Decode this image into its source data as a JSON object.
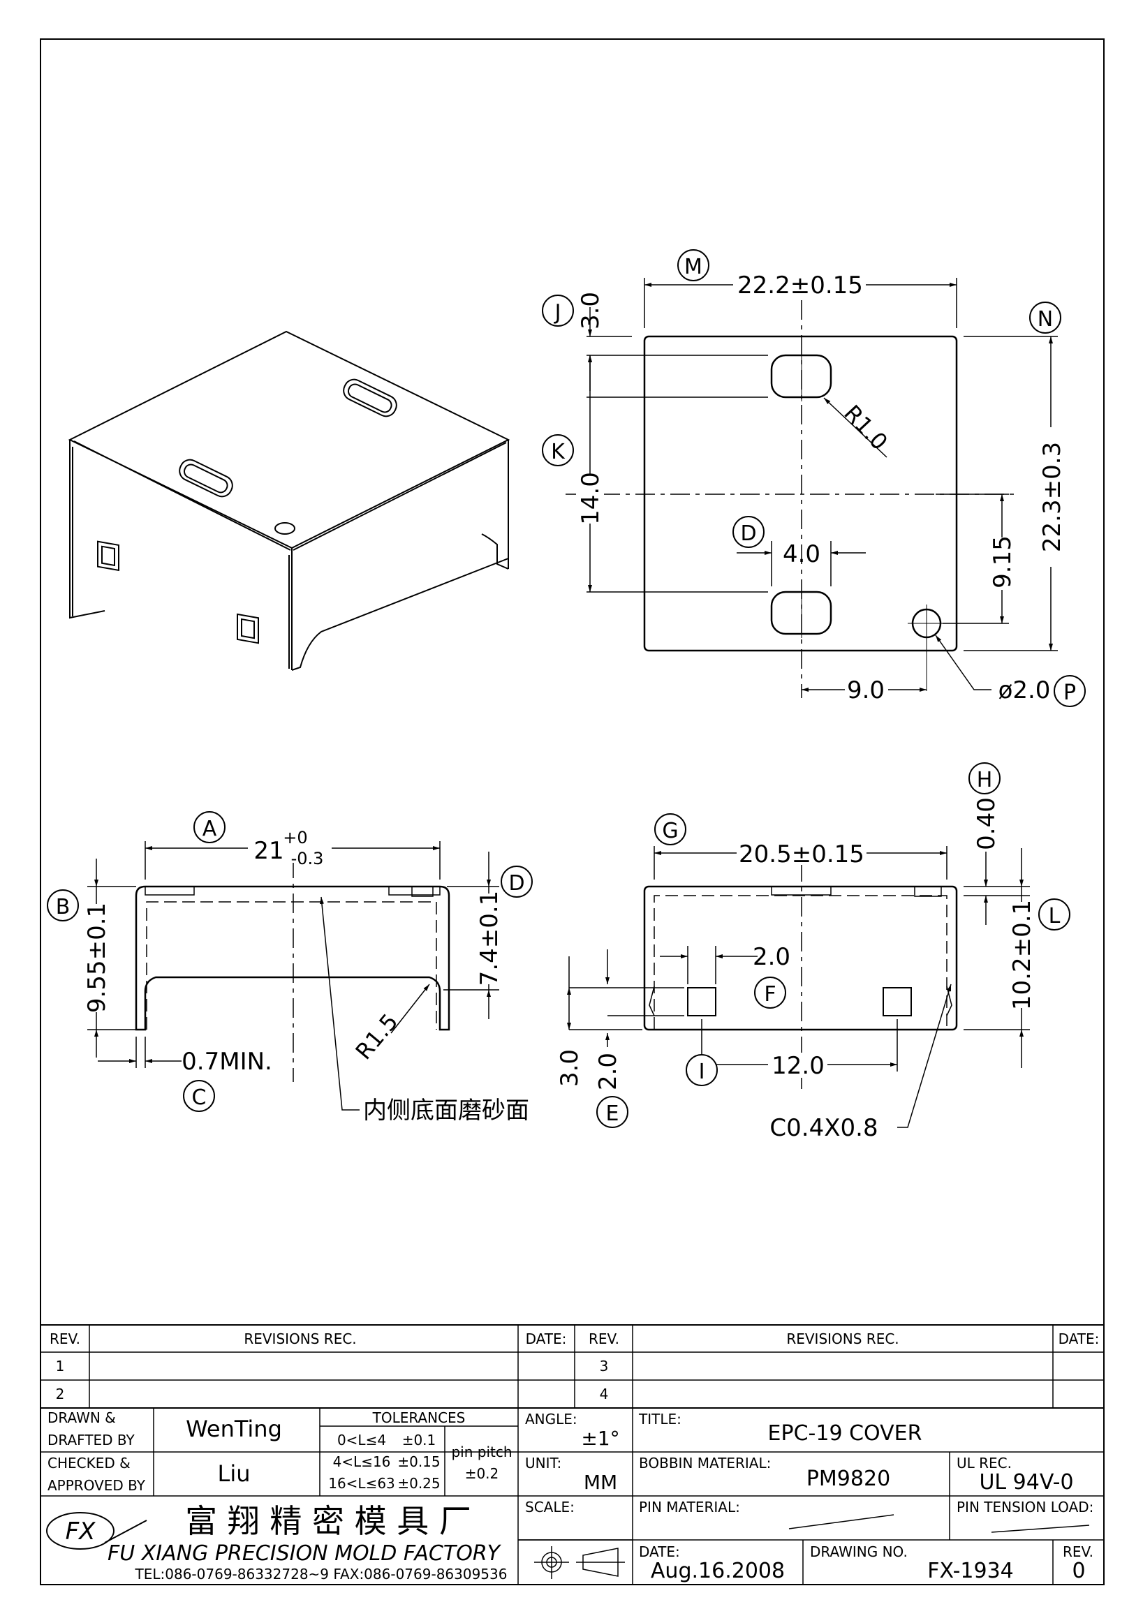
{
  "views": {
    "top": {
      "dims": {
        "width": "22.2±0.15",
        "height": "22.3±0.3",
        "slot_top": "3.0",
        "slot_pitch": "14.0",
        "slot_radius": "R1.0",
        "slot_width": "4.0",
        "hole_y": "9.15",
        "hole_x": "9.0",
        "hole_dia": "ø2.0"
      },
      "labels": {
        "M": "M",
        "J": "J",
        "K": "K",
        "D": "D",
        "N": "N",
        "P": "P"
      }
    },
    "front": {
      "dims": {
        "width_main": "21",
        "width_tol_upper": "+0",
        "width_tol_lower": "-0.3",
        "height": "9.55±0.1",
        "inner_height": "7.4±0.1",
        "radius": "R1.5",
        "wall_min": "0.7MIN."
      },
      "labels": {
        "A": "A",
        "B": "B",
        "C": "C",
        "D": "D"
      },
      "note": "内侧底面磨砂面"
    },
    "side": {
      "dims": {
        "width": "20.5±0.15",
        "top_thick": "0.40",
        "height": "10.2±0.1",
        "window": "2.0",
        "window_pitch": "12.0",
        "window_height": "2.0",
        "bottom": "3.0",
        "chamfer": "C0.4X0.8"
      },
      "labels": {
        "G": "G",
        "H": "H",
        "L": "L",
        "F": "F",
        "I": "I",
        "E": "E"
      }
    }
  },
  "title_block": {
    "rev_header": "REV.",
    "revisions_header": "REVISIONS   REC.",
    "date_header": "DATE:",
    "rev_rows_left": [
      "1",
      "2"
    ],
    "rev_rows_right": [
      "3",
      "4"
    ],
    "drawn_label_1": "DRAWN &",
    "drawn_label_2": "DRAFTED BY",
    "drawn_by": "WenTing",
    "checked_label_1": "CHECKED &",
    "checked_label_2": "APPROVED BY",
    "checked_by": "Liu",
    "tolerances_header": "TOLERANCES",
    "tolerances": [
      {
        "range": "0<L≤4",
        "tol": "±0.1"
      },
      {
        "range": "4<L≤16",
        "tol": "±0.15"
      },
      {
        "range": "16<L≤63",
        "tol": "±0.25"
      }
    ],
    "pin_pitch_label": "pin pitch",
    "pin_pitch_tol": "±0.2",
    "angle_label": "ANGLE:",
    "angle_value": "±1°",
    "unit_label": "UNIT:",
    "unit_value": "MM",
    "scale_label": "SCALE:",
    "title_label": "TITLE:",
    "title_value": "EPC-19 COVER",
    "bobbin_material_label": "BOBBIN MATERIAL:",
    "bobbin_material": "PM9820",
    "ul_rec_label": "UL REC.",
    "ul_rec": "UL 94V-0",
    "pin_material_label": "PIN MATERIAL:",
    "pin_tension_label": "PIN TENSION LOAD:",
    "date_label": "DATE:",
    "date_value": "Aug.16.2008",
    "drawing_no_label": "DRAWING NO.",
    "drawing_no": "FX-1934",
    "rev_label": "REV.",
    "rev_value": "0",
    "company_cn": "富 翔 精 密 模 具 厂",
    "company_en": "FU XIANG PRECISION MOLD FACTORY",
    "company_tel": "TEL:086-0769-86332728~9  FAX:086-0769-86309536",
    "logo_text": "FX"
  }
}
